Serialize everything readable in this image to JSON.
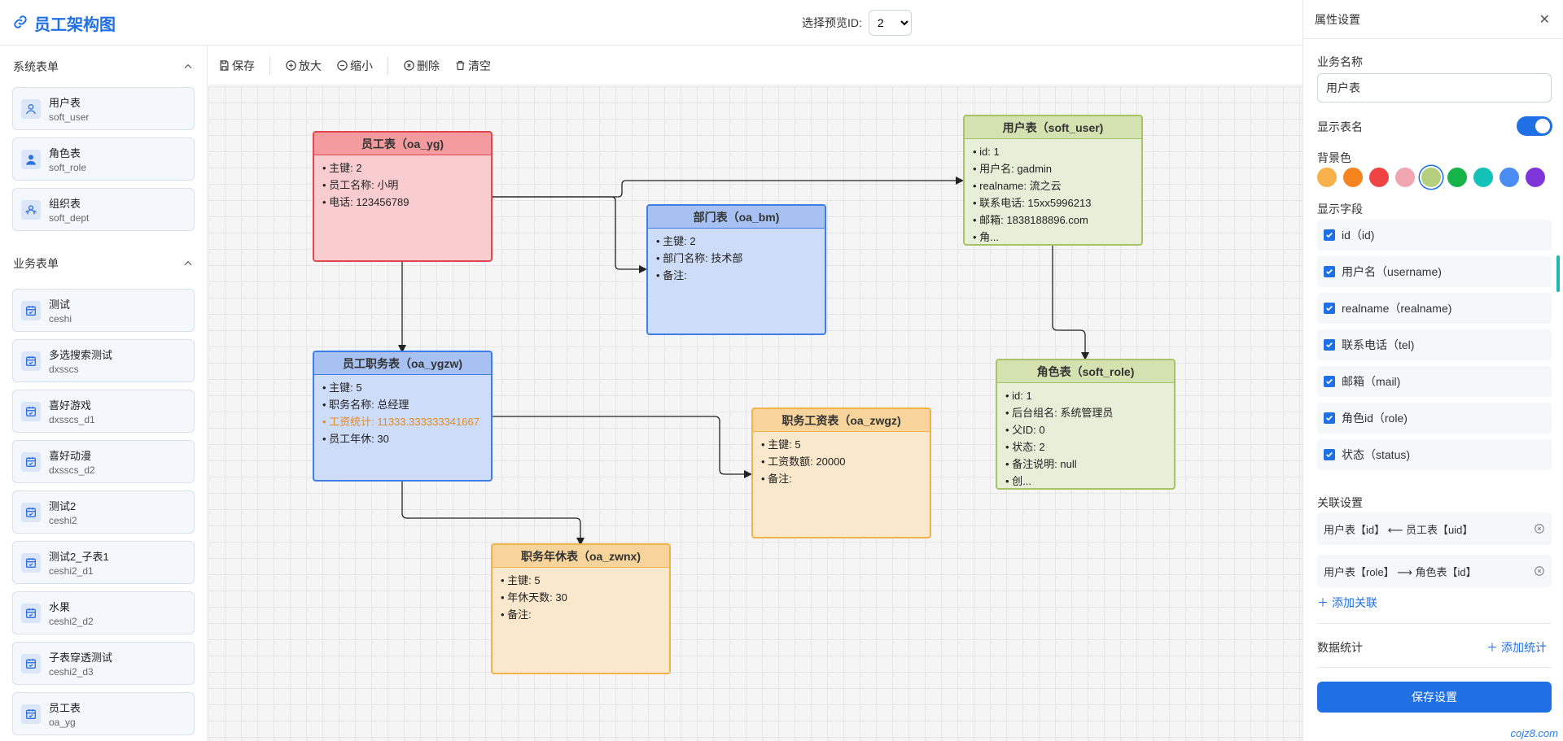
{
  "header": {
    "title": "员工架构图",
    "preview_label": "选择预览ID:",
    "preview_value": "2"
  },
  "sidebar": {
    "system_title": "系统表单",
    "system_items": [
      {
        "name": "用户表",
        "code": "soft_user"
      },
      {
        "name": "角色表",
        "code": "soft_role"
      },
      {
        "name": "组织表",
        "code": "soft_dept"
      }
    ],
    "business_title": "业务表单",
    "business_items": [
      {
        "name": "测试",
        "code": "ceshi"
      },
      {
        "name": "多选搜索测试",
        "code": "dxsscs"
      },
      {
        "name": "喜好游戏",
        "code": "dxsscs_d1"
      },
      {
        "name": "喜好动漫",
        "code": "dxsscs_d2"
      },
      {
        "name": "测试2",
        "code": "ceshi2"
      },
      {
        "name": "测试2_子表1",
        "code": "ceshi2_d1"
      },
      {
        "name": "水果",
        "code": "ceshi2_d2"
      },
      {
        "name": "子表穿透测试",
        "code": "ceshi2_d3"
      },
      {
        "name": "员工表",
        "code": "oa_yg"
      }
    ]
  },
  "toolbar": {
    "save": "保存",
    "zoom_in": "放大",
    "zoom_out": "缩小",
    "delete": "删除",
    "clear": "清空"
  },
  "nodes": {
    "yg": {
      "title": "员工表（oa_yg)",
      "lines": [
        "• 主键: 2",
        "• 员工名称: 小明",
        "• 电话: 123456789"
      ]
    },
    "bm": {
      "title": "部门表（oa_bm)",
      "lines": [
        "• 主键: 2",
        "• 部门名称: 技术部",
        "• 备注:"
      ]
    },
    "user": {
      "title": "用户表（soft_user)",
      "lines": [
        "• id: 1",
        "• 用户名: gadmin",
        "• realname: 流之云",
        "• 联系电话: 15xx5996213",
        "• 邮箱: 1838188896.com",
        "• 角..."
      ]
    },
    "ygzw": {
      "title": "员工职务表（oa_ygzw)",
      "lines": [
        "• 主键: 5",
        "• 职务名称: 总经理"
      ],
      "highlight": "• 工资统计: 11333.333333341667",
      "last": "• 员工年休: 30"
    },
    "zwgz": {
      "title": "职务工资表（oa_zwgz)",
      "lines": [
        "• 主键: 5",
        "• 工资数额: 20000",
        "• 备注:"
      ]
    },
    "role": {
      "title": "角色表（soft_role)",
      "lines": [
        "• id: 1",
        "• 后台组名: 系统管理员",
        "• 父ID: 0",
        "• 状态: 2",
        "• 备注说明: null",
        "• 创..."
      ]
    },
    "zwnx": {
      "title": "职务年休表（oa_zwnx)",
      "lines": [
        "• 主键: 5",
        "• 年休天数: 30",
        "• 备注:"
      ]
    }
  },
  "panel": {
    "title": "属性设置",
    "biz_name_label": "业务名称",
    "biz_name_value": "用户表",
    "show_name_label": "显示表名",
    "show_name_on": true,
    "bg_label": "背景色",
    "colors": [
      "#f7b04a",
      "#f5841f",
      "#ef4444",
      "#f0a6b0",
      "#b5cf7e",
      "#16b34a",
      "#14c1b8",
      "#4b8cf2",
      "#7e34d6"
    ],
    "selected_color": "#b5cf7e",
    "fields_label": "显示字段",
    "fields": [
      "id（id)",
      "用户名（username)",
      "realname（realname)",
      "联系电话（tel)",
      "邮箱（mail)",
      "角色id（role)",
      "状态（status)"
    ],
    "relation_label": "关联设置",
    "relations": [
      "用户表【id】 ⟵ 员工表【uid】",
      "用户表【role】 ⟶ 角色表【id】"
    ],
    "add_relation": "添加关联",
    "stats_label": "数据统计",
    "add_stats": "添加统计",
    "save_button": "保存设置"
  },
  "watermark": "cojz8.com"
}
